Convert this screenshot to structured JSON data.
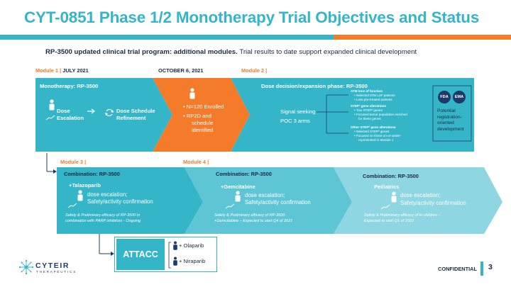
{
  "slide": {
    "title": "CYT-0851 Phase 1/2 Monotherapy Trial Objectives and Status",
    "subtitle_bold": "RP-3500 updated clinical trial program: additional modules.",
    "subtitle_rest": " Trial results to date support expanded clinical development",
    "colors": {
      "teal": "#35b5c8",
      "orange": "#f47b2a",
      "navy": "#1f3a68"
    }
  },
  "row1": {
    "module1_label": "Module 1 |",
    "module1_date": " JULY 2021",
    "oct_label": "OCTOBER 6, 2021",
    "module2_label": "Module 2 |",
    "module1": {
      "heading": "Monotherapy: RP-3500",
      "step1": "Dose",
      "step1b": "Escalation",
      "step2": "Dose Schedule",
      "step2b": "Refinement"
    },
    "oct": {
      "bullet1": "N=120 Enrolled",
      "bullet2a": "RP2D and",
      "bullet2b": "schedule",
      "bullet2c": "identified"
    },
    "module2": {
      "heading": "Dose decision/expansion phase: RP-3500",
      "signal": "Signal seeking",
      "poc": "POC 3 arms",
      "g1_title": "ATM loss of function",
      "g1_l1": "Selected ATM LoF patients",
      "g1_l2": "Less pre-treated patients",
      "g2_title": "STEP² gene alterations",
      "g2_l1": "Two STEP² genes",
      "g2_l2": "Focused tumor population enriched",
      "g2_l3": "for these genes",
      "g3_title": "Other STEP² gene alterations",
      "g3_l1": "Selected STEP² genes",
      "g3_l2": "Focused on those un-or-under-",
      "g3_l3": "represented in Module 1",
      "fda": "FDA",
      "ema": "EMA",
      "reg1": "Potential",
      "reg2": "registration-",
      "reg3": "oriented",
      "reg4": "development"
    }
  },
  "row2": {
    "module3_label": "Module 3 |",
    "module4_label": "Module 4 |",
    "m3": {
      "heading": "Combination: RP-3500",
      "drug": "+Talazoparib",
      "text1": "dose escalation;",
      "text2": "Safety/activity confirmation",
      "note1": "Safety & Preliminary efficacy of RP-3500 in",
      "note2": "combination with PARP inhibitors - Ongoing"
    },
    "m4": {
      "heading": "Combination: RP-3500",
      "drug": "+Gemcitabine",
      "text1": "dose escalation;",
      "text2": "Safety/activity confirmation",
      "note1": "Safety & Preliminary efficacy of RP-3500",
      "note2": "+Gemcitabine – Expected to start Q4 of 2021"
    },
    "m5": {
      "heading": "Combination: RP-3500",
      "drug": "Pediatrics",
      "text1": "dose escalation;",
      "text2": "Safety/activity confirmation",
      "note1": "Safety & Preliminary efficacy of in children –",
      "note2": "Expected to start Q1 of 2022"
    }
  },
  "attacc": {
    "label": "ATTACC",
    "drug1": "+ Olaparib",
    "drug2": "+ Niraparib"
  },
  "footer": {
    "logo": "CYTEIR",
    "logo_sub": "THERAPEUTICS",
    "confidential": "CONFIDENTIAL",
    "page": "3"
  }
}
